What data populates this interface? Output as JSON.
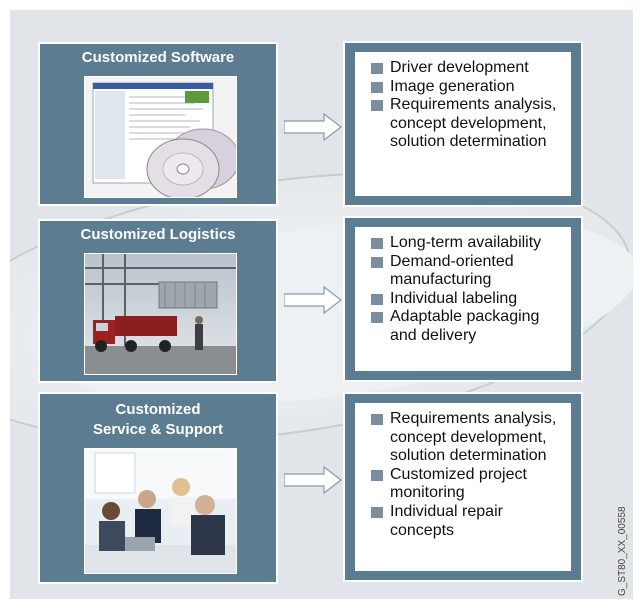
{
  "sections": [
    {
      "title": "Customized Software",
      "items": [
        "Driver development",
        "Image generation",
        "Requirements analysis, concept development, solution determination"
      ]
    },
    {
      "title": "Customized Logistics",
      "items": [
        "Long-term availability",
        "Demand-oriented manufacturing",
        "Individual labeling",
        "Adaptable packaging and delivery"
      ]
    },
    {
      "title_line1": "Customized",
      "title_line2": "Service & Support",
      "items": [
        "Requirements analysis, concept development, solution determination",
        "Customized project monitoring",
        "Individual repair concepts"
      ]
    }
  ],
  "image_id_label": "G_ST80_XX_00558",
  "colors": {
    "box_blue": "#5c7d91",
    "bullet": "#7a8f9d",
    "background": "#e1e5e9"
  }
}
